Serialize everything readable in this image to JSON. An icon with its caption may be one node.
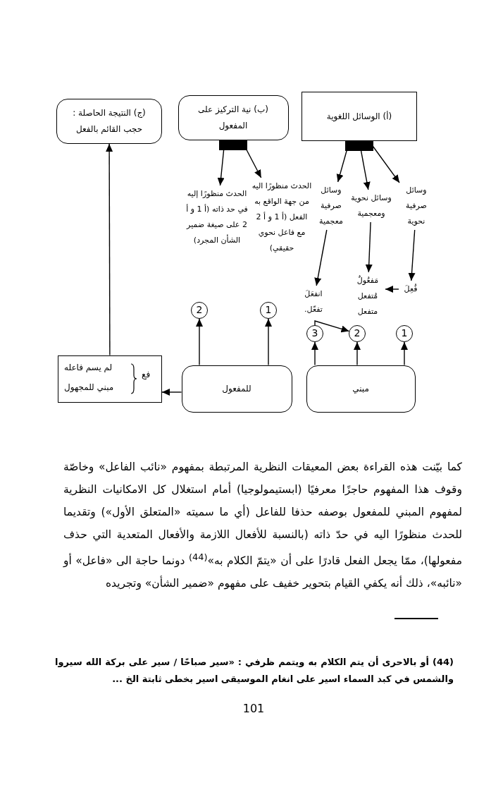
{
  "diagram": {
    "nodes": [
      {
        "text": [
          "(ج) النتيجة الحاصلة : حجب القائم بالفعل"
        ]
      },
      {
        "text": [
          "(ب) نية التركيز على المفعول"
        ]
      },
      {
        "text": [
          "(أ) الوسائل اللغوية"
        ]
      },
      {
        "text": [
          "الحدث منظورًا إليه في حد ذاته (أ 1 و أ 2 على صيغة ضمير الشأن المجرد)"
        ]
      },
      {
        "text": [
          "الحدث منظورًا اليه من جهة الواقع به الفعل (أ 1 و أ 2 مع فاعل نحوي حقيقي)"
        ]
      },
      {
        "text": [
          "وسائل صرفية معجمية"
        ]
      },
      {
        "text": [
          "وسائل نحوية ومعجمية"
        ]
      },
      {
        "text": [
          "وسائل صرفية نحوية"
        ]
      },
      {
        "text": [
          "انفعَلَ تفعّل."
        ]
      },
      {
        "text": [
          "مَفعُولٌ مُتفعل متفعل"
        ]
      },
      {
        "text": [
          "فُعِلَ"
        ]
      },
      {
        "text": [
          "2"
        ]
      },
      {
        "text": [
          "1"
        ]
      },
      {
        "text": [
          "3"
        ]
      },
      {
        "text": [
          "2"
        ]
      },
      {
        "text": [
          "1"
        ]
      },
      {
        "text": [
          "للمفعول"
        ]
      },
      {
        "text": [
          "مبني"
        ]
      },
      {
        "text": [
          "فع",
          "لم يسم فاعله",
          "مبني للمجهول"
        ]
      }
    ],
    "edges": [
      {
        "from": 1,
        "to": 3,
        "arrow": "to"
      },
      {
        "from": 1,
        "to": 4,
        "arrow": "to"
      },
      {
        "from": 2,
        "to": 5,
        "arrow": "to"
      },
      {
        "from": 2,
        "to": 6,
        "arrow": "to"
      },
      {
        "from": 2,
        "to": 7,
        "arrow": "to"
      },
      {
        "from": 5,
        "to": 8,
        "arrow": "to"
      },
      {
        "from": 6,
        "to": 9,
        "arrow": "to"
      },
      {
        "from": 7,
        "to": 10,
        "arrow": "to"
      },
      {
        "from": 10,
        "to": 9,
        "arrow": "to"
      },
      {
        "from": 16,
        "to": 11,
        "arrow": "to"
      },
      {
        "from": 16,
        "to": 12,
        "arrow": "to"
      },
      {
        "from": 17,
        "to": 13,
        "arrow": "to"
      },
      {
        "from": 17,
        "to": 14,
        "arrow": "to"
      },
      {
        "from": 17,
        "to": 15,
        "arrow": "to"
      },
      {
        "from": 13,
        "to": 14,
        "arrow": "to"
      },
      {
        "from": 16,
        "to": 18,
        "arrow": "to"
      },
      {
        "from": 18,
        "to": 0,
        "arrow": "to"
      }
    ],
    "labels": [
      "كما بيّنت هذه القراءة بعض المعيقات النظرية المرتبطة بمفهوم «نائب الفاعل» وخاصّة وقوف هذا المفهوم حاجزًا معرفيًا (ابستيمولوجيا) أمام استغلال كل الامكانيات النظرية لمفهوم المبني للمفعول بوصفه حذفا للفاعل (أي ما سميته «المتعلق الأول») وتقديما للحدث منظورًا اليه في حدّ ذاته (بالنسبة للأفعال اللازمة والأفعال المتعدية التي حذف مفعولها)، ممّا يجعل الفعل قادرًا على أن «يتمّ الكلام به»$^{(44)}$ دونما حاجة الى «فاعل» أو «نائبه»، ذلك أنه يكفي القيام بتحوير خفيف على مفهوم «ضمير الشأن» وتجريده",
      "(44) أو بالاحرى أن يتم الكلام به ويتمم ظرفي : «سير صباحًا / سير على بركة الله سيروا والشمس في كبد السماء اسير على انغام الموسيقى اسير بخطى ثابتة الخ ...",
      "101"
    ]
  }
}
